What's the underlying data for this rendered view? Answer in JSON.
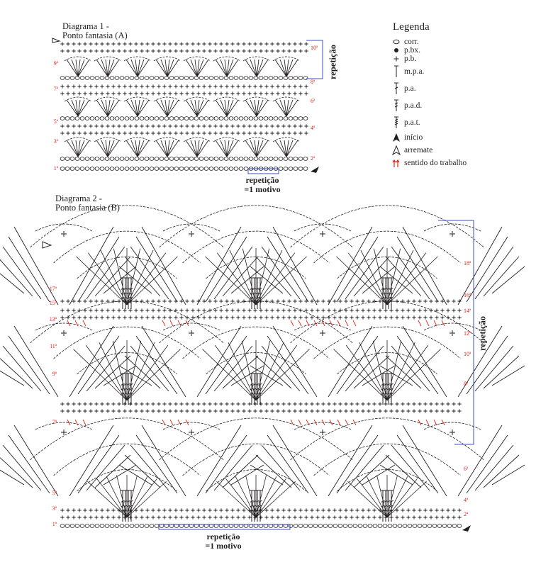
{
  "diagram1": {
    "title_line1": "Diagrama 1 -",
    "title_line2": "Ponto fantasia (A)",
    "row_labels_left": [
      "9ª",
      "7ª",
      "5ª",
      "3ª",
      "1ª"
    ],
    "row_labels_right": [
      "10ª",
      "8ª",
      "6ª",
      "4ª",
      "2ª"
    ],
    "repeat_vertical": "repetição",
    "repeat_label_line1": "repetição",
    "repeat_label_line2": "=1 motivo"
  },
  "diagram2": {
    "title_line1": "Diagrama 2 -",
    "title_line2": "Ponto fantasia (B)",
    "row_labels_left": [
      "17ª",
      "15ª",
      "13ª",
      "11ª",
      "9ª",
      "7ª",
      "5ª",
      "3ª",
      "1ª"
    ],
    "row_labels_right": [
      "18ª",
      "16ª",
      "14ª",
      "12ª",
      "10ª",
      "8ª",
      "6ª",
      "4ª",
      "2ª"
    ],
    "repeat_vertical": "repetição",
    "repeat_label_line1": "repetição",
    "repeat_label_line2": "=1 motivo"
  },
  "legend": {
    "title": "Legenda",
    "items": [
      {
        "symbol": "chain-oval-icon",
        "label": "corr."
      },
      {
        "symbol": "slip-stitch-dot-icon",
        "label": "p.bx."
      },
      {
        "symbol": "single-crochet-plus-icon",
        "label": "p.b."
      },
      {
        "symbol": "half-double-crochet-icon",
        "label": "m.p.a."
      },
      {
        "symbol": "double-crochet-icon",
        "label": "p.a."
      },
      {
        "symbol": "treble-crochet-icon",
        "label": "p.a.d."
      },
      {
        "symbol": "triple-treble-icon",
        "label": "p.a.t."
      },
      {
        "symbol": "start-arrow-icon",
        "label": "início"
      },
      {
        "symbol": "finish-arrow-icon",
        "label": "arremate"
      },
      {
        "symbol": "work-direction-arrows-icon",
        "label": "sentido do trabalho"
      }
    ]
  },
  "colors": {
    "ink": "#231f20",
    "row_label": "#e2231a",
    "bracket": "#3a4fc0",
    "direction_arrows": "#e2231a"
  }
}
